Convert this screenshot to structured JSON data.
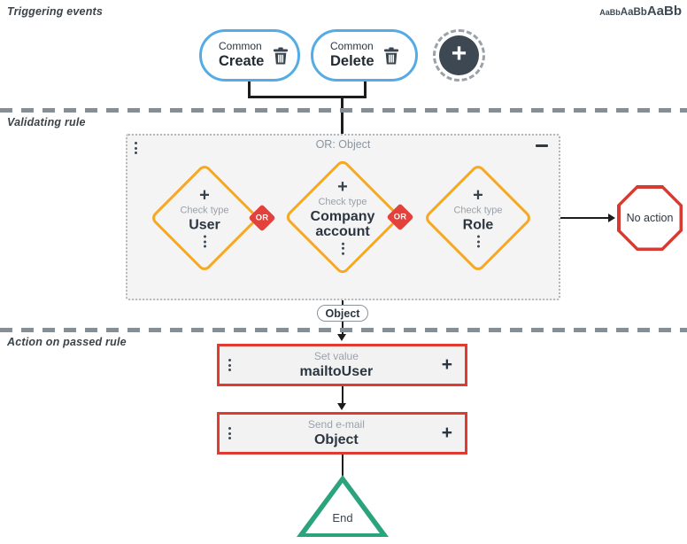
{
  "header": {
    "triggering_label": "Triggering events",
    "validating_label": "Validating rule",
    "action_label": "Action on passed rule",
    "font_sample": {
      "small": "AaBb",
      "medium": "AaBb",
      "large": "AaBb"
    }
  },
  "triggers": {
    "items": [
      {
        "type": "Common",
        "name": "Create"
      },
      {
        "type": "Common",
        "name": "Delete"
      }
    ],
    "add_label": "+"
  },
  "rule_group": {
    "title": "OR: Object"
  },
  "checks": {
    "operator": "OR",
    "items": [
      {
        "label": "Check type",
        "value": "User",
        "plus": "+"
      },
      {
        "label": "Check type",
        "value": "Company account",
        "plus": "+"
      },
      {
        "label": "Check type",
        "value": "Role",
        "plus": "+"
      }
    ]
  },
  "no_action": {
    "label": "No action"
  },
  "object_tag": {
    "label": "Object"
  },
  "actions": {
    "items": [
      {
        "label": "Set value",
        "value": "mailtoUser",
        "plus": "+"
      },
      {
        "label": "Send e-mail",
        "value": "Object",
        "plus": "+"
      }
    ]
  },
  "end_node": {
    "label": "End"
  },
  "colors": {
    "trigger_border": "#55ace4",
    "check_border": "#f7a823",
    "or_badge": "#e2413c",
    "terminal_border": "#d83a32",
    "action_border": "#e03b30",
    "end_border": "#2ba37d",
    "divider": "#868e96"
  }
}
